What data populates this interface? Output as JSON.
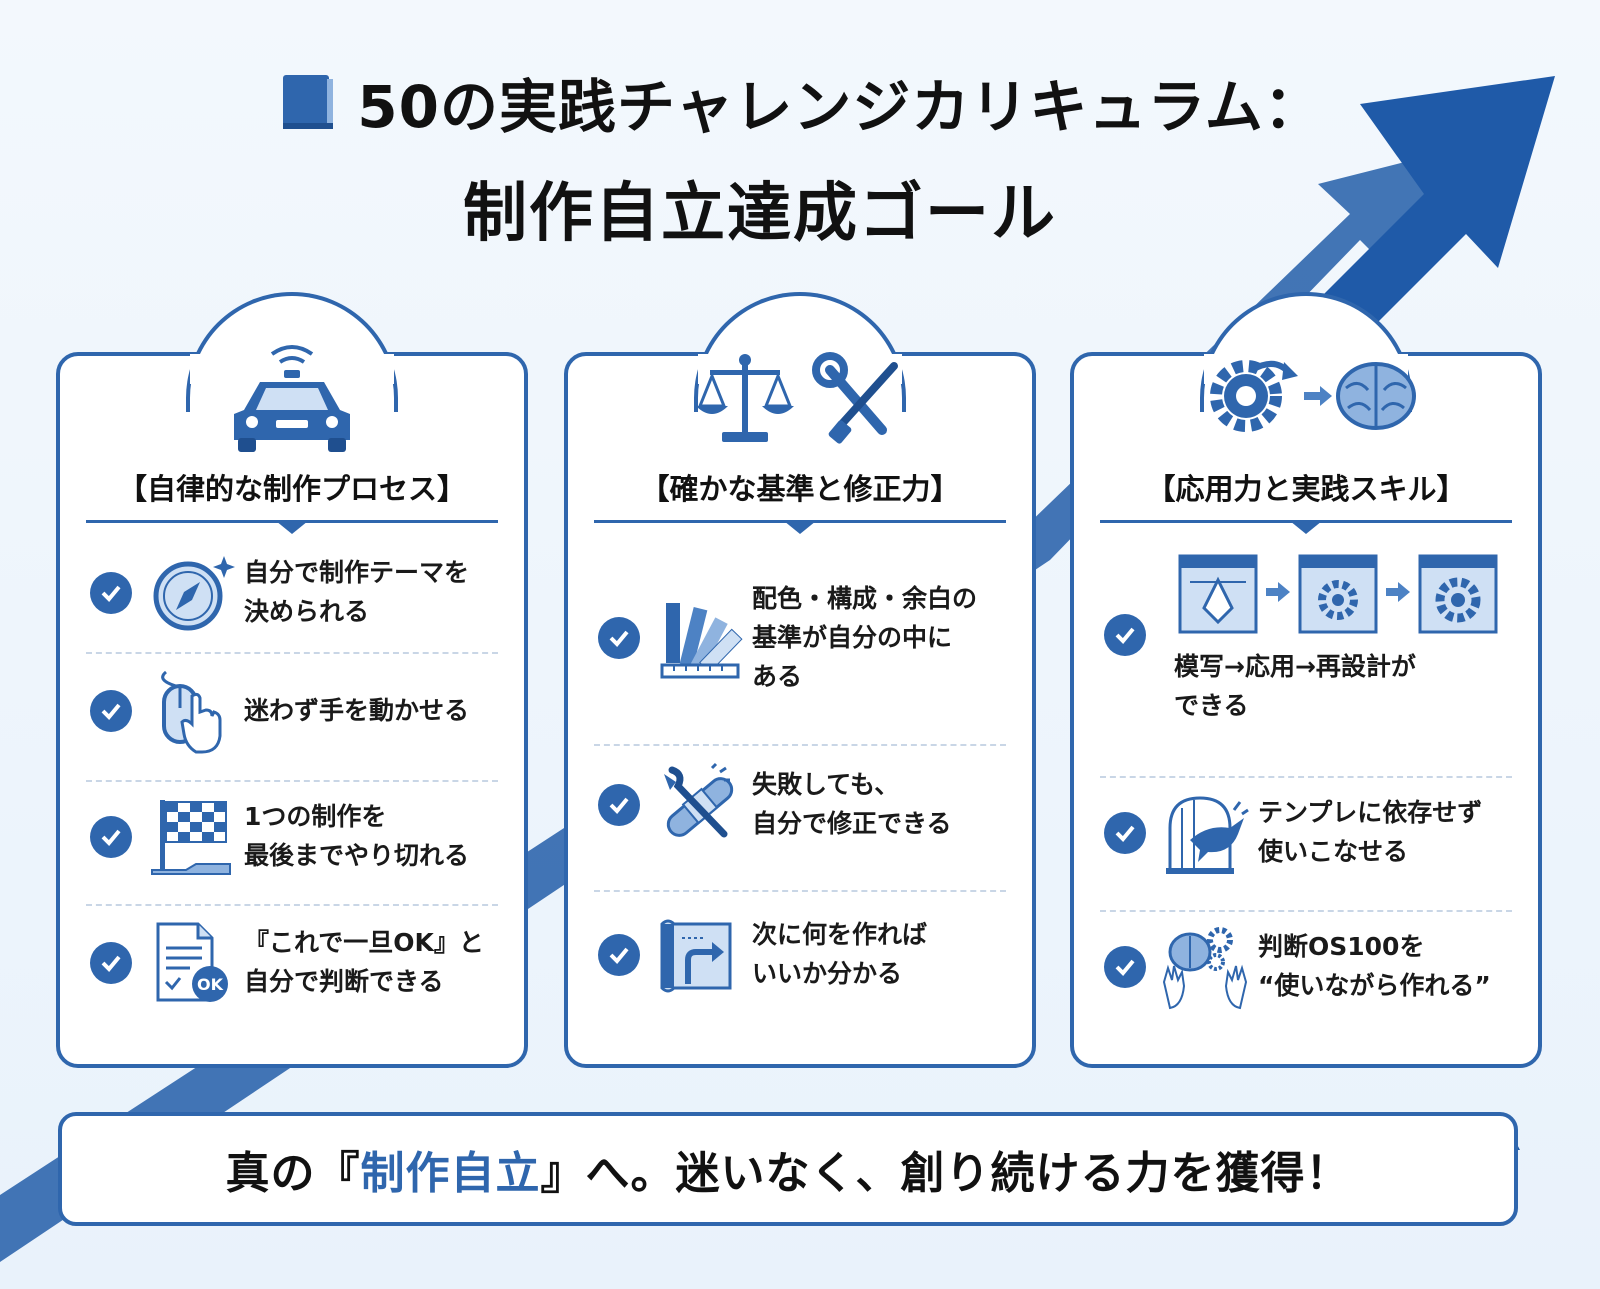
{
  "title": {
    "line1": "50の実践チャレンジカリキュラム：",
    "line2": "制作自立達成ゴール",
    "icon": "book-icon"
  },
  "colors": {
    "accent": "#2f66ad",
    "light": "#8fb3df",
    "background": "#eef5fc"
  },
  "cards": [
    {
      "icon": "autonomous-car-icon",
      "title": "【自律的な制作プロセス】",
      "items": [
        {
          "icon": "compass-icon",
          "text": "自分で制作テーマを\n決められる"
        },
        {
          "icon": "mouse-hand-icon",
          "text": "迷わず手を動かせる"
        },
        {
          "icon": "checkered-flag-icon",
          "text": "1つの制作を\n最後までやり切れる"
        },
        {
          "icon": "document-ok-icon",
          "text": "『これで一旦OK』と\n自分で判断できる"
        }
      ]
    },
    {
      "icon": "scale-tools-icon",
      "title": "【確かな基準と修正力】",
      "items": [
        {
          "icon": "color-swatch-icon",
          "text": "配色・構成・余白の\n基準が自分の中に\nある"
        },
        {
          "icon": "bandage-wrench-icon",
          "text": "失敗しても、\n自分で修正できる"
        },
        {
          "icon": "map-route-icon",
          "text": "次に何を作れば\nいいか分かる"
        }
      ]
    },
    {
      "icon": "gear-brain-icon",
      "title": "【応用力と実践スキル】",
      "items": [
        {
          "icon": "design-flow-icon",
          "text": "模写→応用→再設計が\nできる"
        },
        {
          "icon": "bird-cage-icon",
          "text": "テンプレに依存せず\n使いこなせる"
        },
        {
          "icon": "brain-hands-icon",
          "text": "判断OS100を\n“使いながら作れる”"
        }
      ]
    }
  ],
  "bottom": {
    "before": "真の『",
    "accent": "制作自立",
    "after": "』へ。迷いなく、創り続ける力を獲得！"
  }
}
